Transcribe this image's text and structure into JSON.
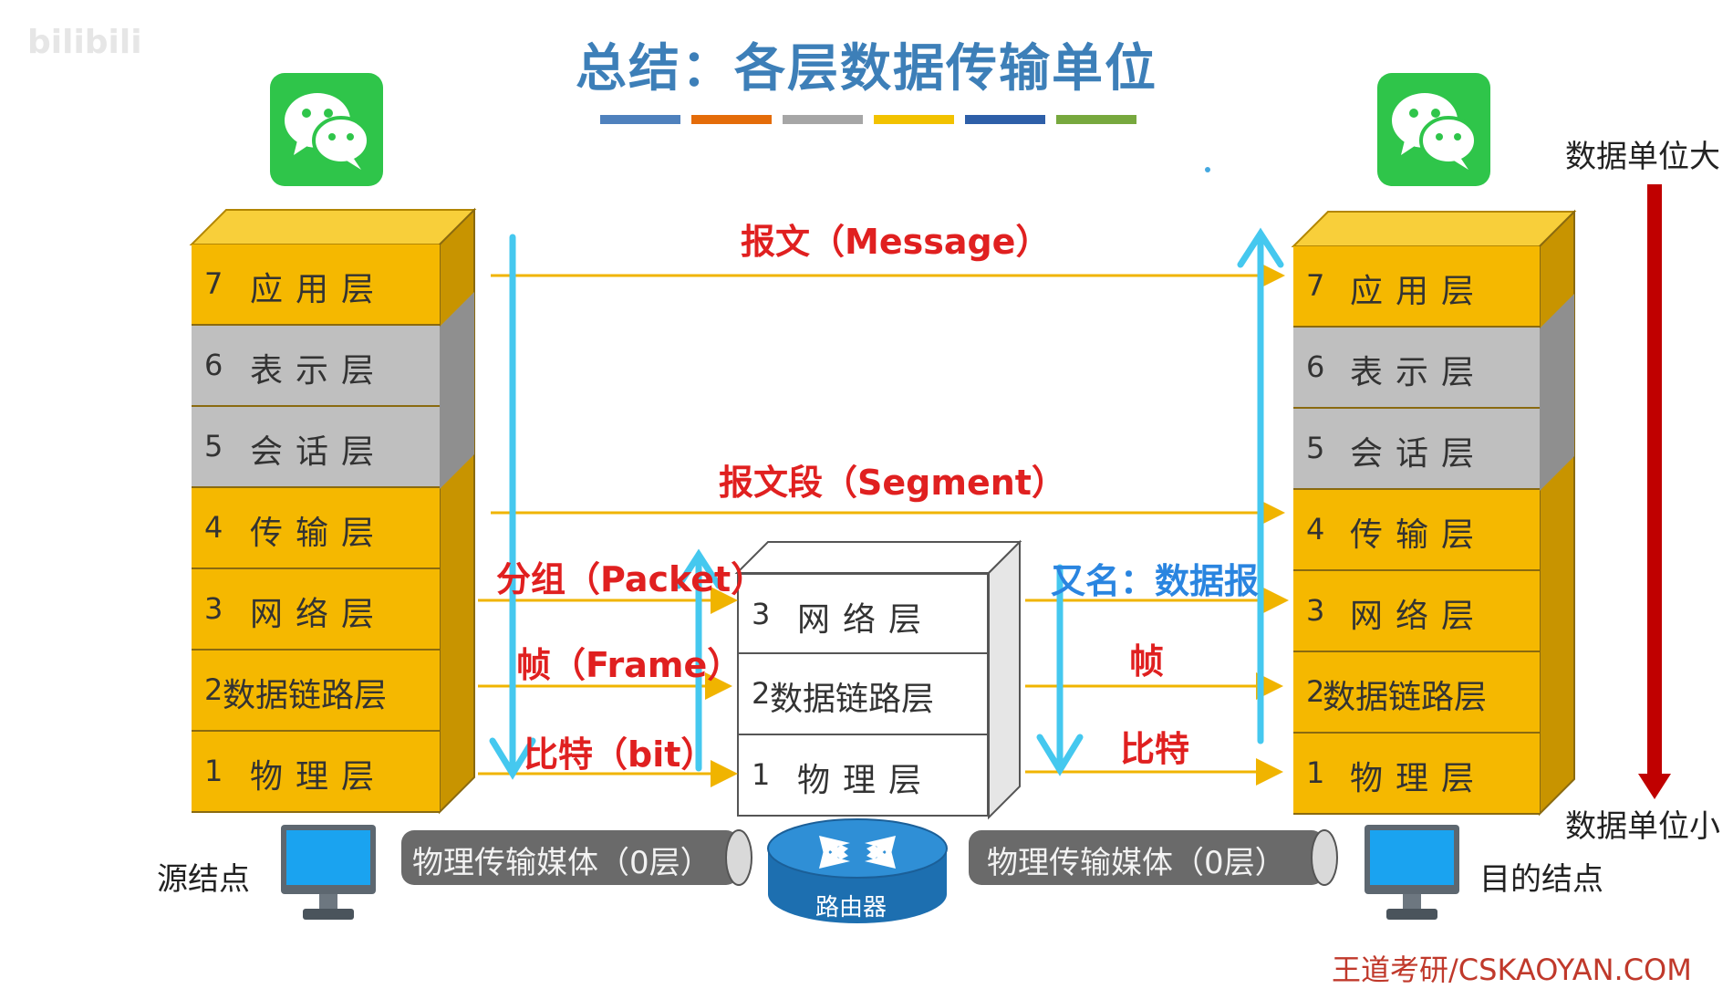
{
  "watermark": "bilibili",
  "title": "总结：各层数据传输单位",
  "color_bars": [
    "#4f81bd",
    "#e46c0a",
    "#a6a6a6",
    "#f2c200",
    "#2e5fa8",
    "#77a83e"
  ],
  "left_stack": [
    {
      "num": "7",
      "name": "应用层"
    },
    {
      "num": "6",
      "name": "表示层"
    },
    {
      "num": "5",
      "name": "会话层"
    },
    {
      "num": "4",
      "name": "传输层"
    },
    {
      "num": "3",
      "name": "网络层"
    },
    {
      "num": "2",
      "name": "数据链路层"
    },
    {
      "num": "1",
      "name": "物理层"
    }
  ],
  "right_stack": [
    {
      "num": "7",
      "name": "应用层"
    },
    {
      "num": "6",
      "name": "表示层"
    },
    {
      "num": "5",
      "name": "会话层"
    },
    {
      "num": "4",
      "name": "传输层"
    },
    {
      "num": "3",
      "name": "网络层"
    },
    {
      "num": "2",
      "name": "数据链路层"
    },
    {
      "num": "1",
      "name": "物理层"
    }
  ],
  "router_stack": [
    {
      "num": "3",
      "name": "网络层"
    },
    {
      "num": "2",
      "name": "数据链路层"
    },
    {
      "num": "1",
      "name": "物理层"
    }
  ],
  "pdu_labels": {
    "message": "报文（Message）",
    "segment": "报文段（Segment）",
    "packet": "分组（Packet）",
    "frame": "帧（Frame）",
    "bit": "比特（bit）",
    "alias": "又名：数据报",
    "frame_right": "帧",
    "bit_right": "比特"
  },
  "source_node": "源结点",
  "dest_node": "目的结点",
  "medium_left": "物理传输媒体（0层）",
  "medium_right": "物理传输媒体（0层）",
  "router": "路由器",
  "size_big": "数据单位大",
  "size_small": "数据单位小",
  "footer": "王道考研/CSKAOYAN.COM",
  "colors": {
    "yellow_layer": "#f5b800",
    "gray_layer": "#bfbfbf",
    "arrow_cyan": "#45c8ef",
    "arrow_red": "#c00000",
    "pdu_red": "#e02020",
    "wechat_green": "#2fc54a"
  }
}
